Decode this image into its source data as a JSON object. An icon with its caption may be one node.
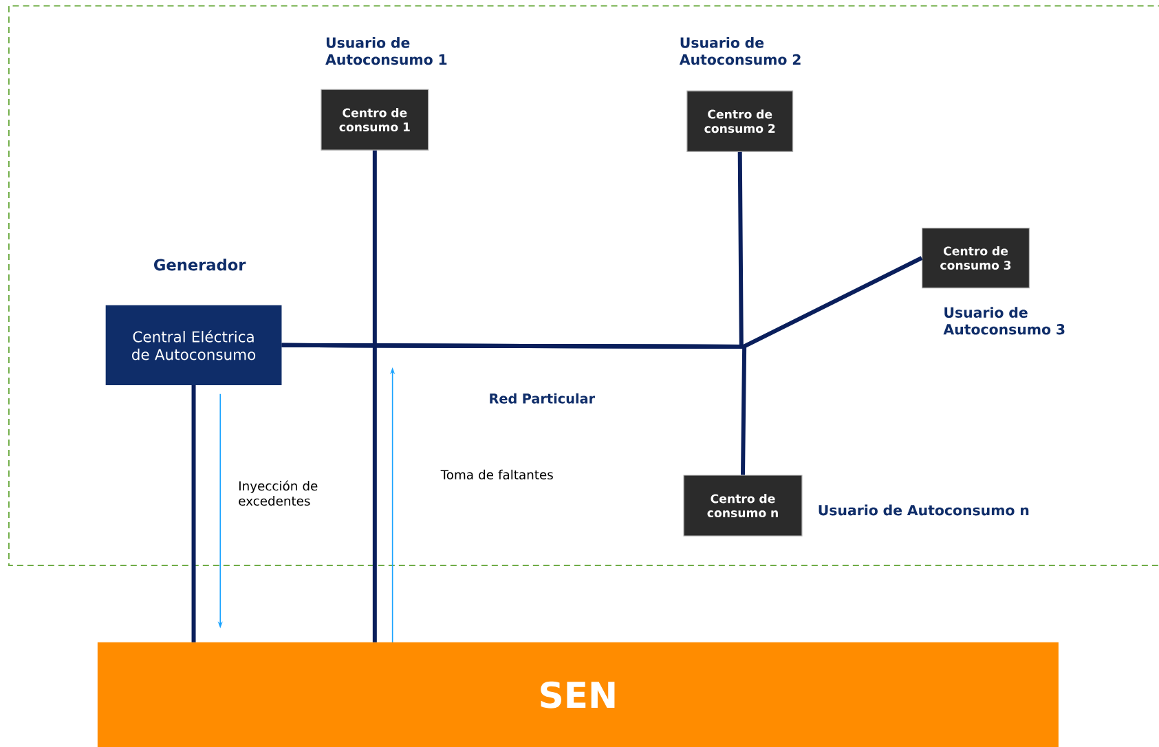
{
  "diagram": {
    "nodes": [
      {
        "text": [
          "Central Eléctrica de Autoconsumo"
        ],
        "beside": [
          "Generador"
        ]
      },
      {
        "text": [
          "Centro de consumo 1"
        ],
        "beside": [
          "Usuario de Autoconsumo 1"
        ]
      },
      {
        "text": [
          "Centro de consumo 2"
        ],
        "beside": [
          "Usuario de Autoconsumo 2"
        ]
      },
      {
        "text": [
          "Centro de consumo 3"
        ],
        "beside": [
          "Usuario de Autoconsumo 3"
        ]
      },
      {
        "text": [
          "Centro de consumo n"
        ],
        "beside": [
          "Usuario de Autoconsumo n"
        ]
      },
      {
        "text": [
          "SEN"
        ]
      }
    ],
    "edges": [
      {
        "from": 0,
        "to": 5,
        "arrow": "none"
      },
      {
        "from": 1,
        "to": 5,
        "arrow": "none"
      },
      {
        "from": 0,
        "to": 2,
        "arrow": "none"
      },
      {
        "from": 0,
        "to": 3,
        "arrow": "none"
      },
      {
        "from": 0,
        "to": 4,
        "arrow": "none"
      }
    ],
    "labels": [
      "Red Particular",
      "Inyección de excedentes",
      "Toma de faltantes"
    ]
  }
}
